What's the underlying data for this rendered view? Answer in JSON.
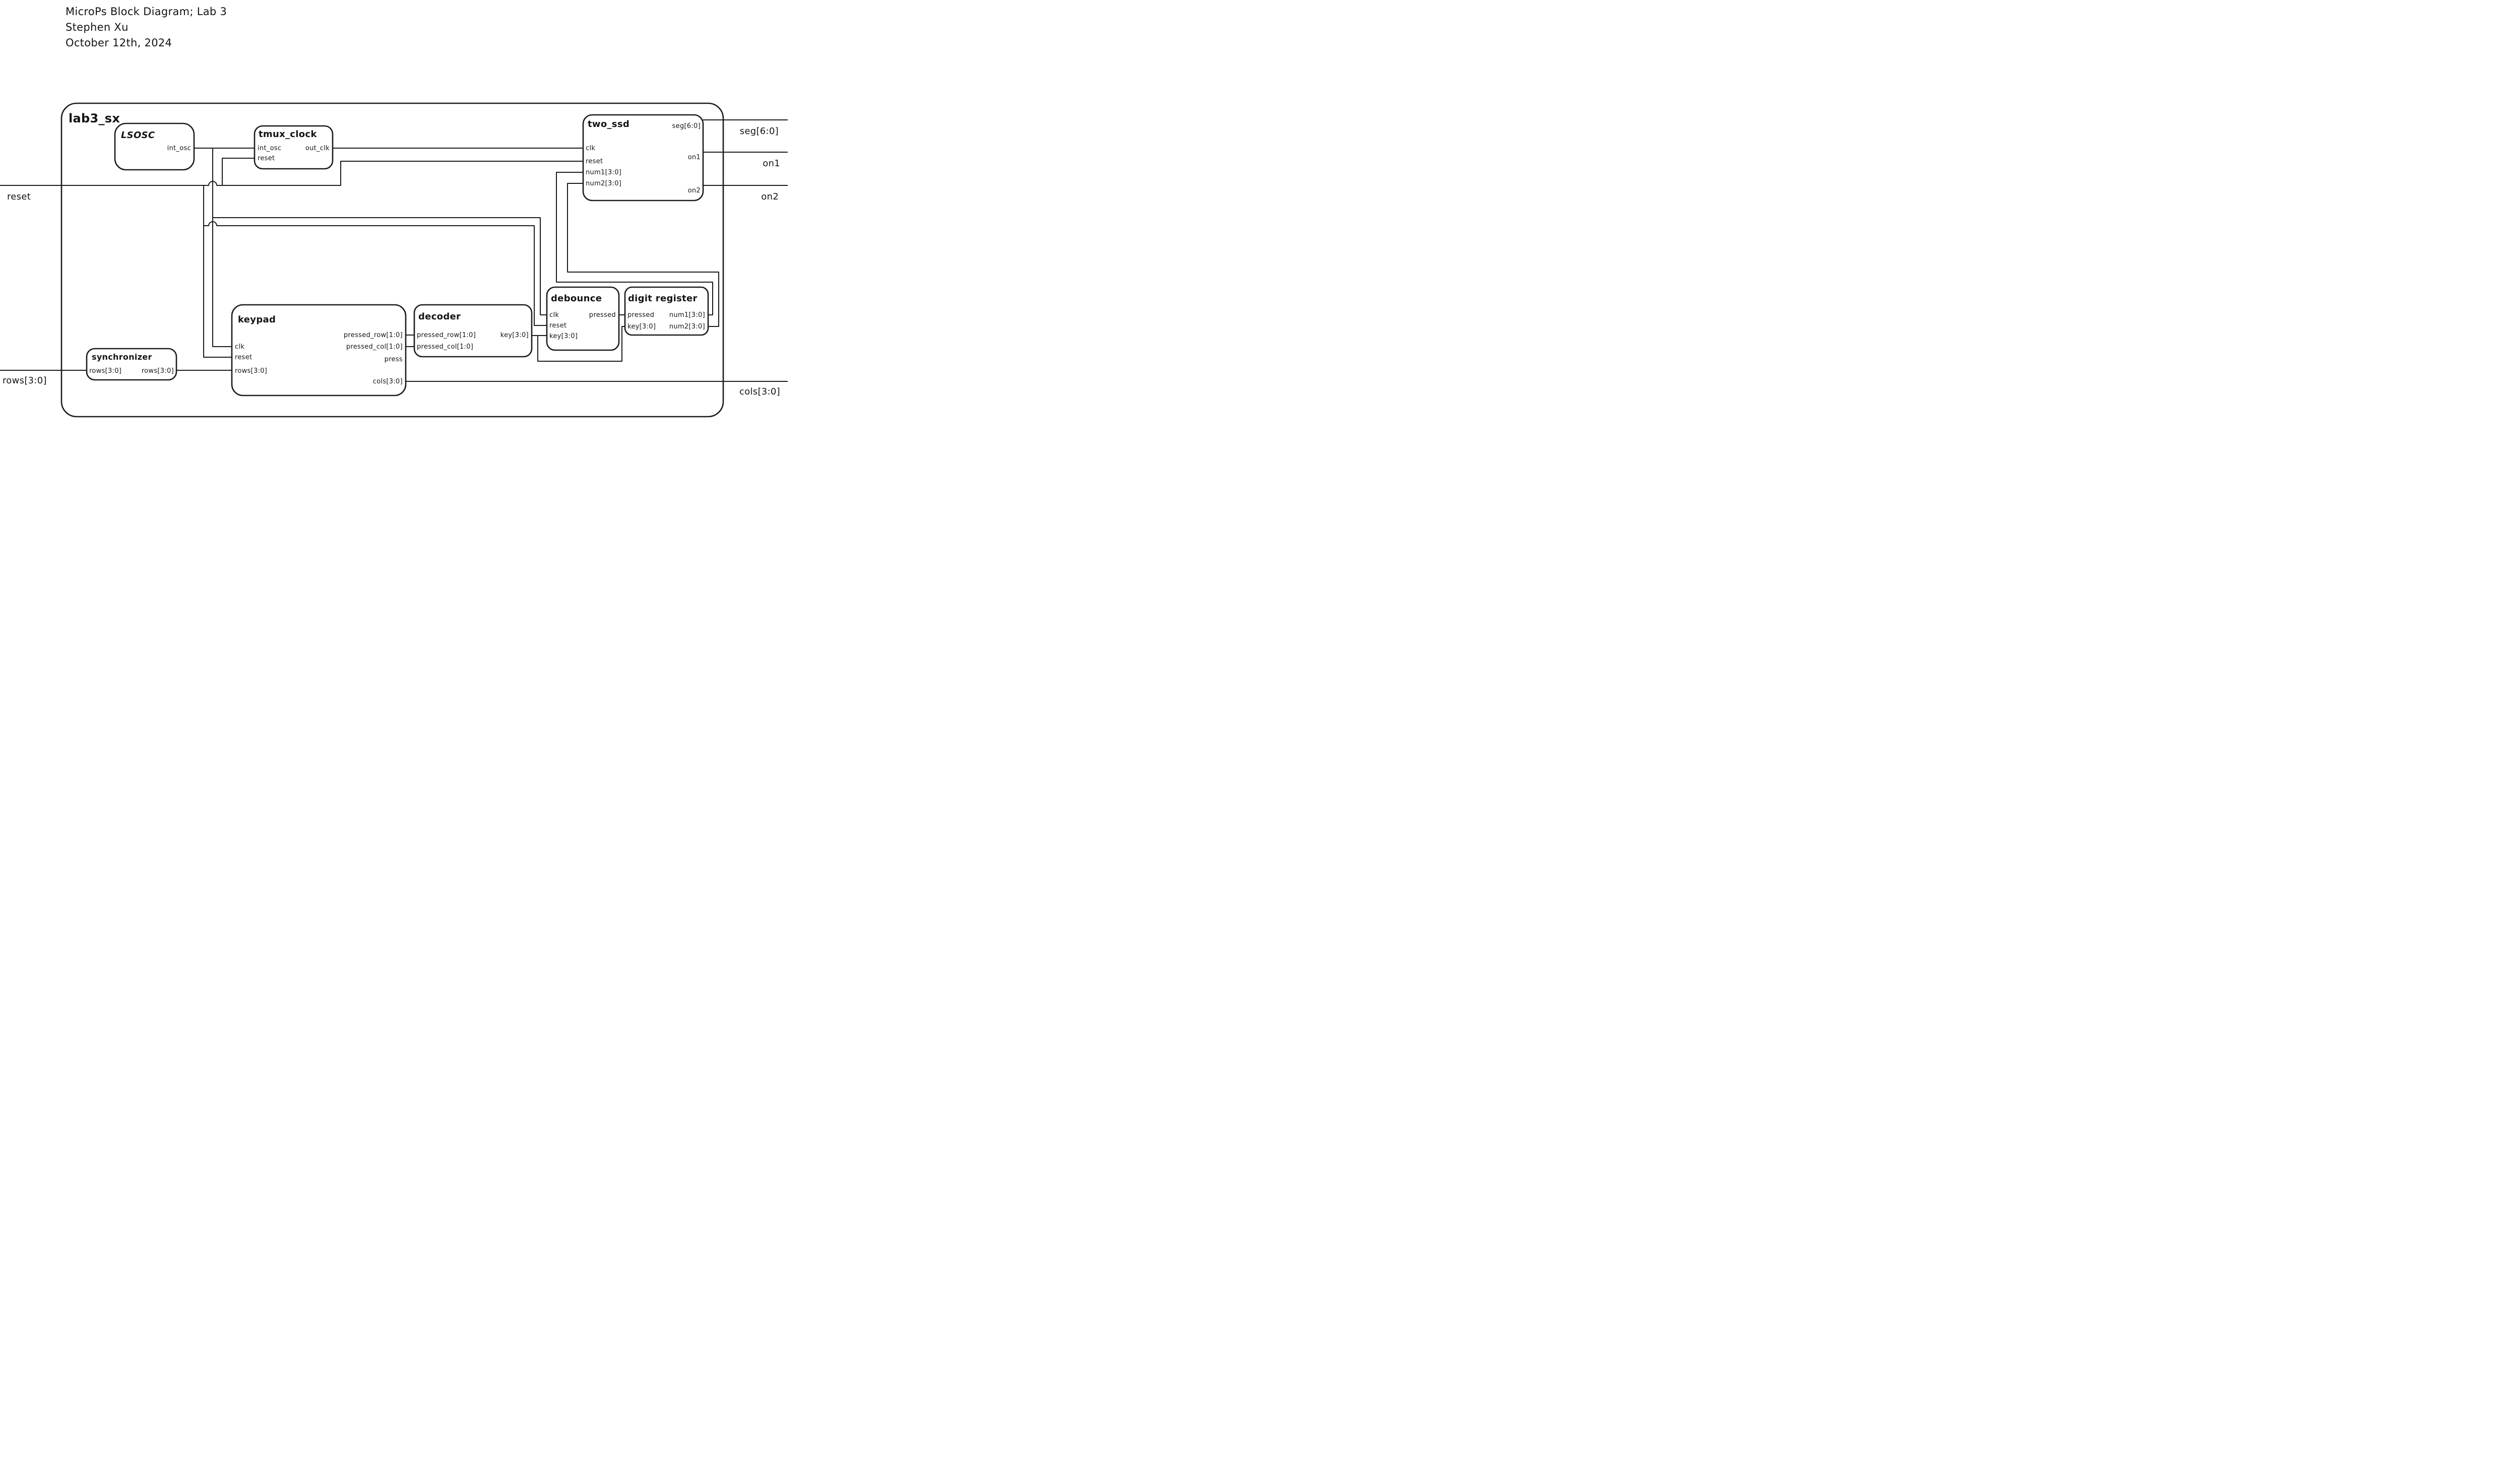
{
  "document": {
    "title": "MicroPs Block Diagram; Lab 3",
    "author": "Stephen Xu",
    "date": "October 12th, 2024"
  },
  "module": {
    "name": "lab3_sx"
  },
  "blocks": {
    "lsosc": {
      "title": "LSOSC",
      "ports": {
        "int_osc": "int_osc"
      }
    },
    "tmux_clock": {
      "title": "tmux_clock",
      "ports": {
        "int_osc": "int_osc",
        "reset": "reset",
        "out_clk": "out_clk"
      }
    },
    "two_ssd": {
      "title": "two_ssd",
      "ports": {
        "clk": "clk",
        "reset": "reset",
        "num1": "num1[3:0]",
        "num2": "num2[3:0]",
        "seg": "seg[6:0]",
        "on1": "on1",
        "on2": "on2"
      }
    },
    "synchronizer": {
      "title": "synchronizer",
      "ports": {
        "rows_in": "rows[3:0]",
        "rows_out": "rows[3:0]"
      }
    },
    "keypad": {
      "title": "keypad",
      "ports": {
        "clk": "clk",
        "reset": "reset",
        "rows": "rows[3:0]",
        "pressed_row": "pressed_row[1:0]",
        "pressed_col": "pressed_col[1:0]",
        "press": "press",
        "cols": "cols[3:0]"
      }
    },
    "decoder": {
      "title": "decoder",
      "ports": {
        "pressed_row": "pressed_row[1:0]",
        "pressed_col": "pressed_col[1:0]",
        "key": "key[3:0]"
      }
    },
    "debounce": {
      "title": "debounce",
      "ports": {
        "clk": "clk",
        "reset": "reset",
        "key": "key[3:0]",
        "pressed": "pressed"
      }
    },
    "digit_register": {
      "title": "digit register",
      "ports": {
        "pressed": "pressed",
        "key": "key[3:0]",
        "num1": "num1[3:0]",
        "num2": "num2[3:0]"
      }
    }
  },
  "external_ports": {
    "reset": "reset",
    "rows": "rows[3:0]",
    "seg": "seg[6:0]",
    "on1": "on1",
    "on2": "on2",
    "cols": "cols[3:0]"
  },
  "style": {
    "stroke_color": "#1b1b1b",
    "background_color": "#ffffff"
  }
}
